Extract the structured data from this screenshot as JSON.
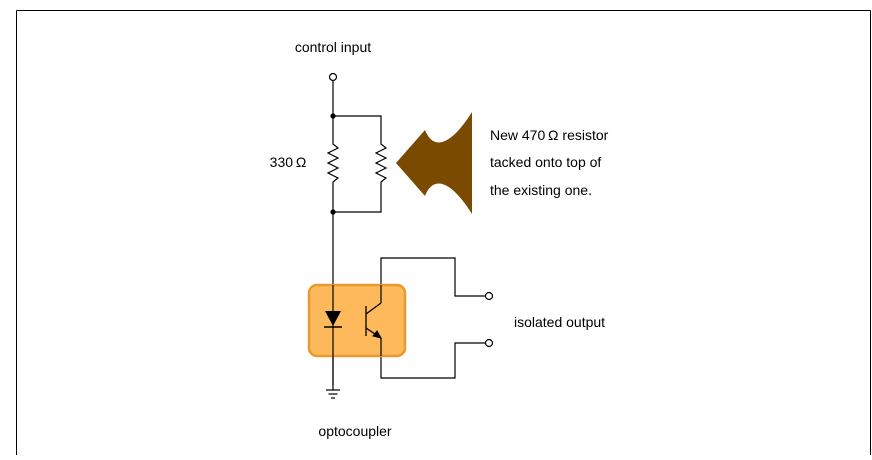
{
  "labels": {
    "control_input": "control  input",
    "resistor_value": "330 Ω",
    "annotation_lines": [
      "New 470 Ω resistor",
      "tacked onto top of",
      "the existing one."
    ],
    "isolated_output": "isolated  output",
    "optocoupler": "optocoupler"
  },
  "colors": {
    "background": "#ffffff",
    "frame": "#000000",
    "wire": "#000000",
    "arrow": "#7a4a00",
    "optocoupler_fill": "#fdb95b",
    "optocoupler_border": "#e89a2e"
  },
  "icons": {
    "arrow": "pointer-arrow-icon",
    "ground": "ground-icon",
    "resistor": "resistor-icon",
    "led": "led-icon",
    "phototransistor": "phototransistor-icon",
    "terminal": "terminal-icon"
  }
}
